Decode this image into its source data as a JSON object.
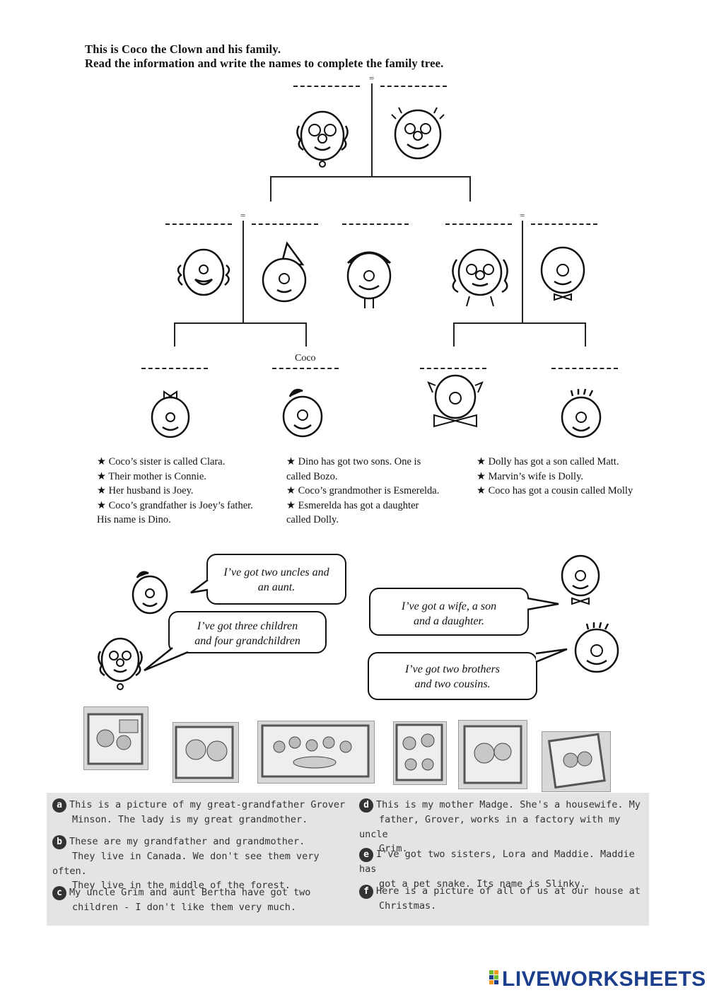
{
  "worksheet": {
    "title_line1": "This is Coco  the  Clown and his  family.",
    "title_line2": "Read the  information and write the  names to  complete the  family tree."
  },
  "tree": {
    "eq_symbol": "=",
    "given_name": "Coco"
  },
  "clues": {
    "col1": [
      "★ Coco’s sister is called Clara.",
      "★ Their  mother is Connie.",
      "★ Her husband  is Joey.",
      "★ Coco’s grandfather  is Joey’s father.",
      "His name  is Dino."
    ],
    "col2": [
      "★ Dino has got two sons. One is",
      "called Bozo.",
      "★ Coco’s grandmother  is Esmerelda.",
      "★ Esmerelda has got a daughter",
      "called Dolly."
    ],
    "col3": [
      "★ Dolly  has  got a son called Matt.",
      "★ Marvin’s   wife is Dolly.",
      "★ Coco has got a cousin called Molly"
    ]
  },
  "bubbles": {
    "b1": [
      "I’ve got two uncles and",
      "an aunt."
    ],
    "b2": [
      "I’ve got three children",
      "and four grandchildren"
    ],
    "b3": [
      "I’ve got a wife, a son",
      "and a daughter."
    ],
    "b4": [
      "I’ve got two brothers",
      "and two cousins."
    ]
  },
  "reading": {
    "a_letter": "a",
    "a": [
      "This is a picture of my great-grandfather Grover",
      "Minson. The lady is my great grandmother."
    ],
    "b_letter": "b",
    "b": [
      "These are my grandfather and grandmother.",
      "They live in Canada. We don't see them very often.",
      "They live in the middle of the forest."
    ],
    "c_letter": "c",
    "c": [
      "My uncle Grim and aunt Bertha have got two",
      "children - I don't like them very much."
    ],
    "d_letter": "d",
    "d": [
      "This is my mother Madge. She's a housewife. My",
      "father, Grover, works in a factory with my uncle",
      "Grim."
    ],
    "e_letter": "e",
    "e": [
      "I've got two sisters, Lora and Maddie. Maddie has",
      "got a pet snake. Its name is Slinky."
    ],
    "f_letter": "f",
    "f": [
      "Here is a picture of all of us at our house at",
      "Christmas."
    ]
  },
  "footer": {
    "brand": "LIVEWORKSHEETS"
  },
  "colors": {
    "brand_blue": "#1b3e8c",
    "brand_green": "#6cbf2a",
    "brand_orange": "#f39a1e"
  }
}
